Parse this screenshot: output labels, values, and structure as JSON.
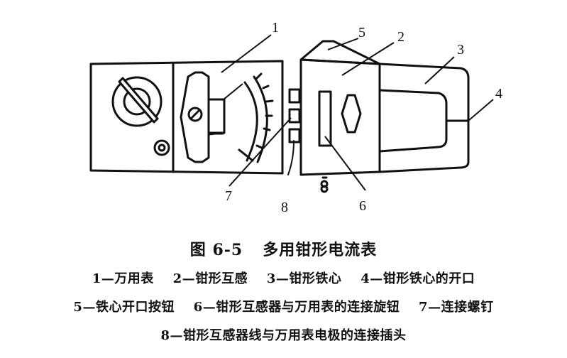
{
  "figure": {
    "number": "图 6-5",
    "title": "多用钳形电流表",
    "callouts": [
      "1",
      "2",
      "3",
      "4",
      "5",
      "6",
      "7",
      "8"
    ]
  },
  "legend": {
    "line1": [
      {
        "num": "1",
        "text": "1—万用表"
      },
      {
        "num": "2",
        "text": "2—钳形互感"
      },
      {
        "num": "3",
        "text": "3—钳形铁心"
      },
      {
        "num": "4",
        "text": "4—钳形铁心的开口"
      }
    ],
    "line2": [
      {
        "num": "5",
        "text": "5—铁心开口按钮"
      },
      {
        "num": "6",
        "text": "6—钳形互感器与万用表的连接旋钮"
      },
      {
        "num": "7",
        "text": "7—连接螺钉"
      }
    ],
    "line3": [
      {
        "num": "8",
        "text": "8—钳形互感器线与万用表电极的连接插头"
      }
    ]
  }
}
